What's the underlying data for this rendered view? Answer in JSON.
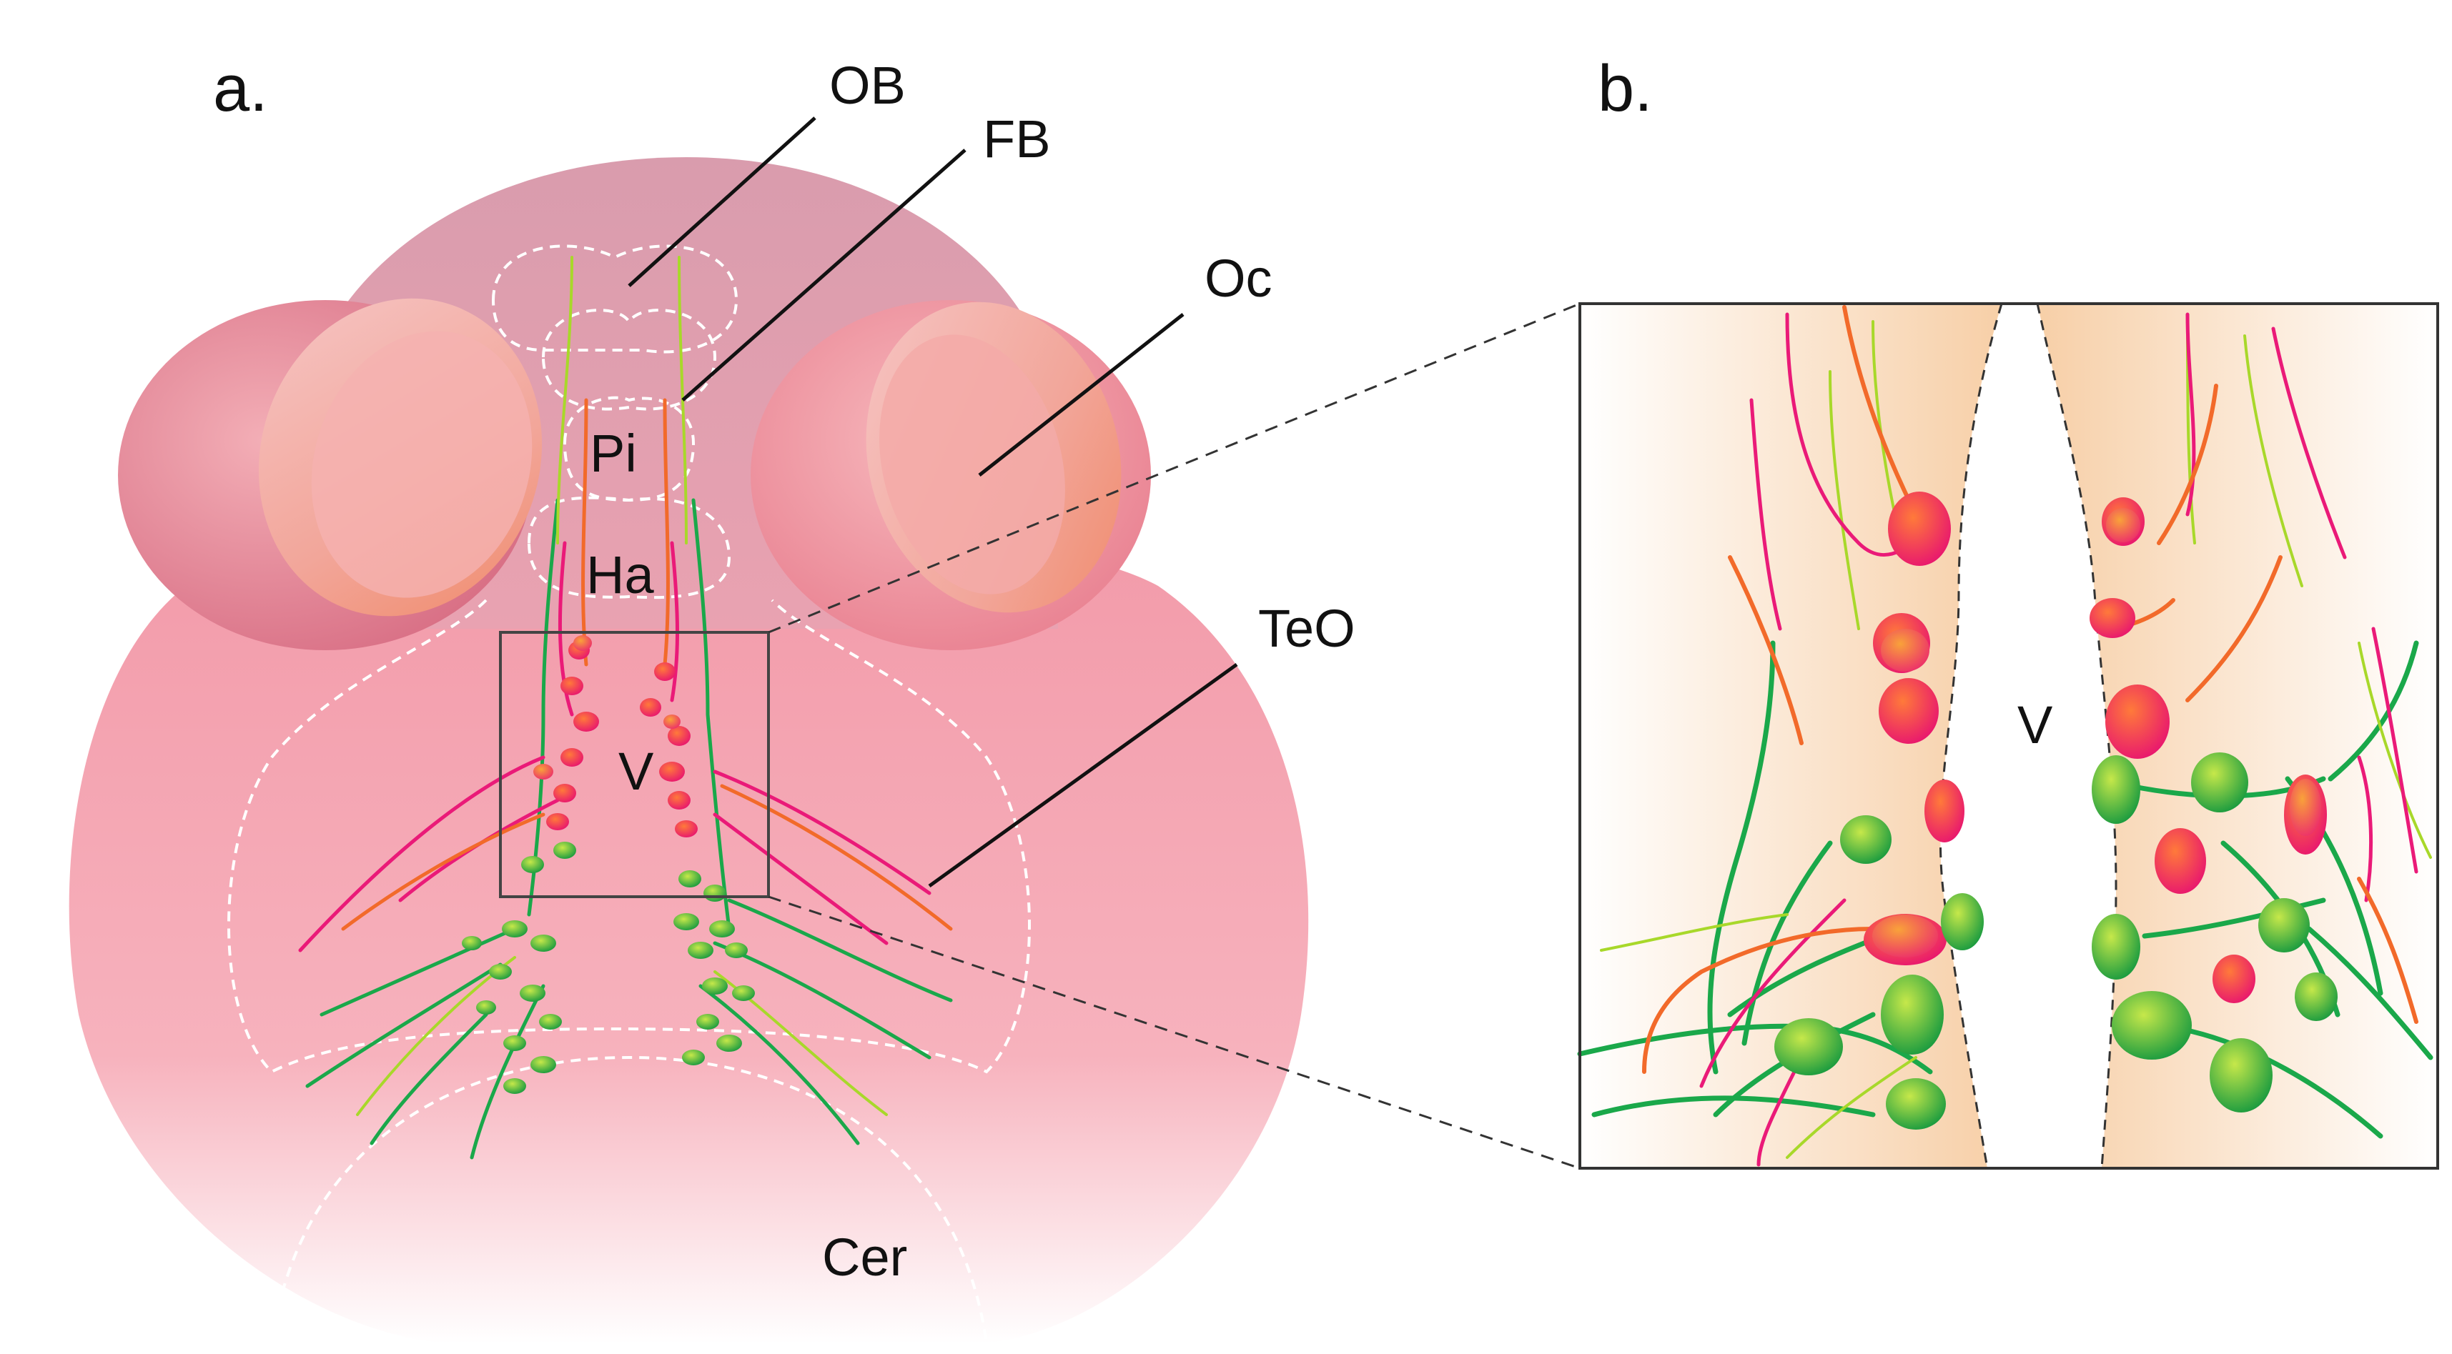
{
  "panels": {
    "a": {
      "label": "a."
    },
    "b": {
      "label": "b."
    }
  },
  "regions": {
    "OB": "OB",
    "FB": "FB",
    "Oc": "Oc",
    "Pi": "Pi",
    "Ha": "Ha",
    "V": "V",
    "TeO": "TeO",
    "Cer": "Cer"
  },
  "inset": {
    "ventricle_label": "V"
  },
  "colors": {
    "head_top": "#d898aa",
    "head_body": "#f4a3b0",
    "eye_outer": "#e77a8b",
    "eye_inner": "#f3b39a",
    "neuron_green": "#1aa84a",
    "neuron_lime": "#a8d82a",
    "neuron_magenta": "#ea1a78",
    "neuron_orange": "#f26a2a",
    "inset_tissue": "#f8d3ad",
    "outline": "#333333"
  }
}
